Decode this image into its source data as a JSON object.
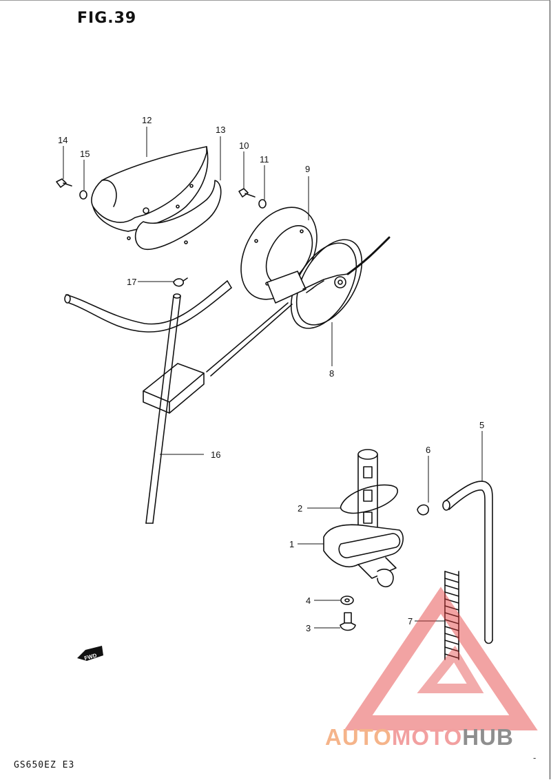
{
  "figure": {
    "title": "FIG.39",
    "model_code": "GS650EZ E3",
    "corner_mark": "-"
  },
  "parts": [
    {
      "id": "1",
      "label": "1"
    },
    {
      "id": "2",
      "label": "2"
    },
    {
      "id": "3",
      "label": "3"
    },
    {
      "id": "4",
      "label": "4"
    },
    {
      "id": "5",
      "label": "5"
    },
    {
      "id": "6",
      "label": "6"
    },
    {
      "id": "7",
      "label": "7"
    },
    {
      "id": "8",
      "label": "8"
    },
    {
      "id": "9",
      "label": "9"
    },
    {
      "id": "10",
      "label": "10"
    },
    {
      "id": "11",
      "label": "11"
    },
    {
      "id": "12",
      "label": "12"
    },
    {
      "id": "13",
      "label": "13"
    },
    {
      "id": "14",
      "label": "14"
    },
    {
      "id": "15",
      "label": "15"
    },
    {
      "id": "16",
      "label": "16"
    },
    {
      "id": "17",
      "label": "17"
    }
  ],
  "direction_marker": {
    "text": "FWD"
  },
  "watermark": {
    "part1": "AUTO",
    "part2": "MOTO",
    "part3": "HUB",
    "colors": {
      "auto": "#f5b48a",
      "moto": "#f2a0a0",
      "hub": "#8e8e8e",
      "triangle": "#e23a3a"
    }
  }
}
